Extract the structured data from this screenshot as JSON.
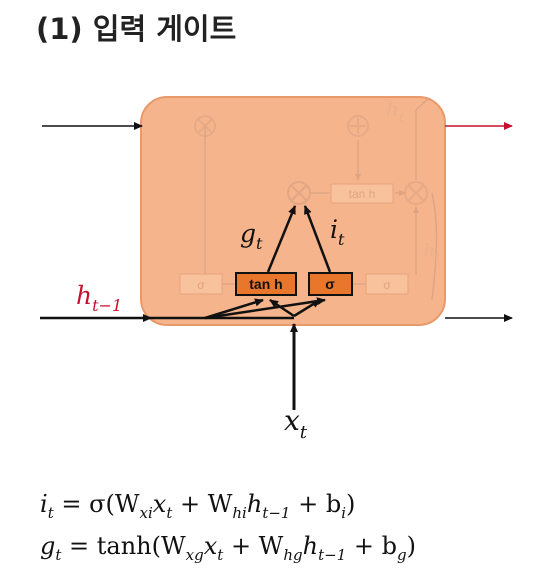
{
  "title": "(1) 입력 게이트",
  "diagram": {
    "cell_fill": "#f6b48c",
    "cell_stroke": "#e89a6a",
    "gate_fill": "#e8762b",
    "accent_red": "#c8102e",
    "box_tanh_label": "tan h",
    "box_sigma_label": "σ",
    "faded_tanh_label": "tan h",
    "faded_sigma_label": "σ",
    "label_gt_base": "g",
    "label_gt_sub": "t",
    "label_it_base": "i",
    "label_it_sub": "t",
    "label_htm1_base": "h",
    "label_htm1_sub": "t−1",
    "label_xt_base": "x",
    "label_xt_sub": "t",
    "label_ht_top_base": "h",
    "label_ht_top_sub": "t",
    "label_ht_right_base": "h",
    "label_ht_right_sub": "t"
  },
  "equations": {
    "eq1": {
      "lhs": "i",
      "lhs_sub": "t",
      "p1": " = σ(W",
      "s1": "xi",
      "p2": "x",
      "s2": "t",
      "p3": " + W",
      "s3": "hi",
      "p4": "h",
      "s4": "t−1",
      "p5": " + b",
      "s5": "i",
      "p6": ")"
    },
    "eq2": {
      "lhs": "g",
      "lhs_sub": "t",
      "p1": " = tanh(W",
      "s1": "xg",
      "p2": "x",
      "s2": "t",
      "p3": " + W",
      "s3": "hg",
      "p4": "h",
      "s4": "t−1",
      "p5": " + b",
      "s5": "g",
      "p6": ")"
    }
  }
}
